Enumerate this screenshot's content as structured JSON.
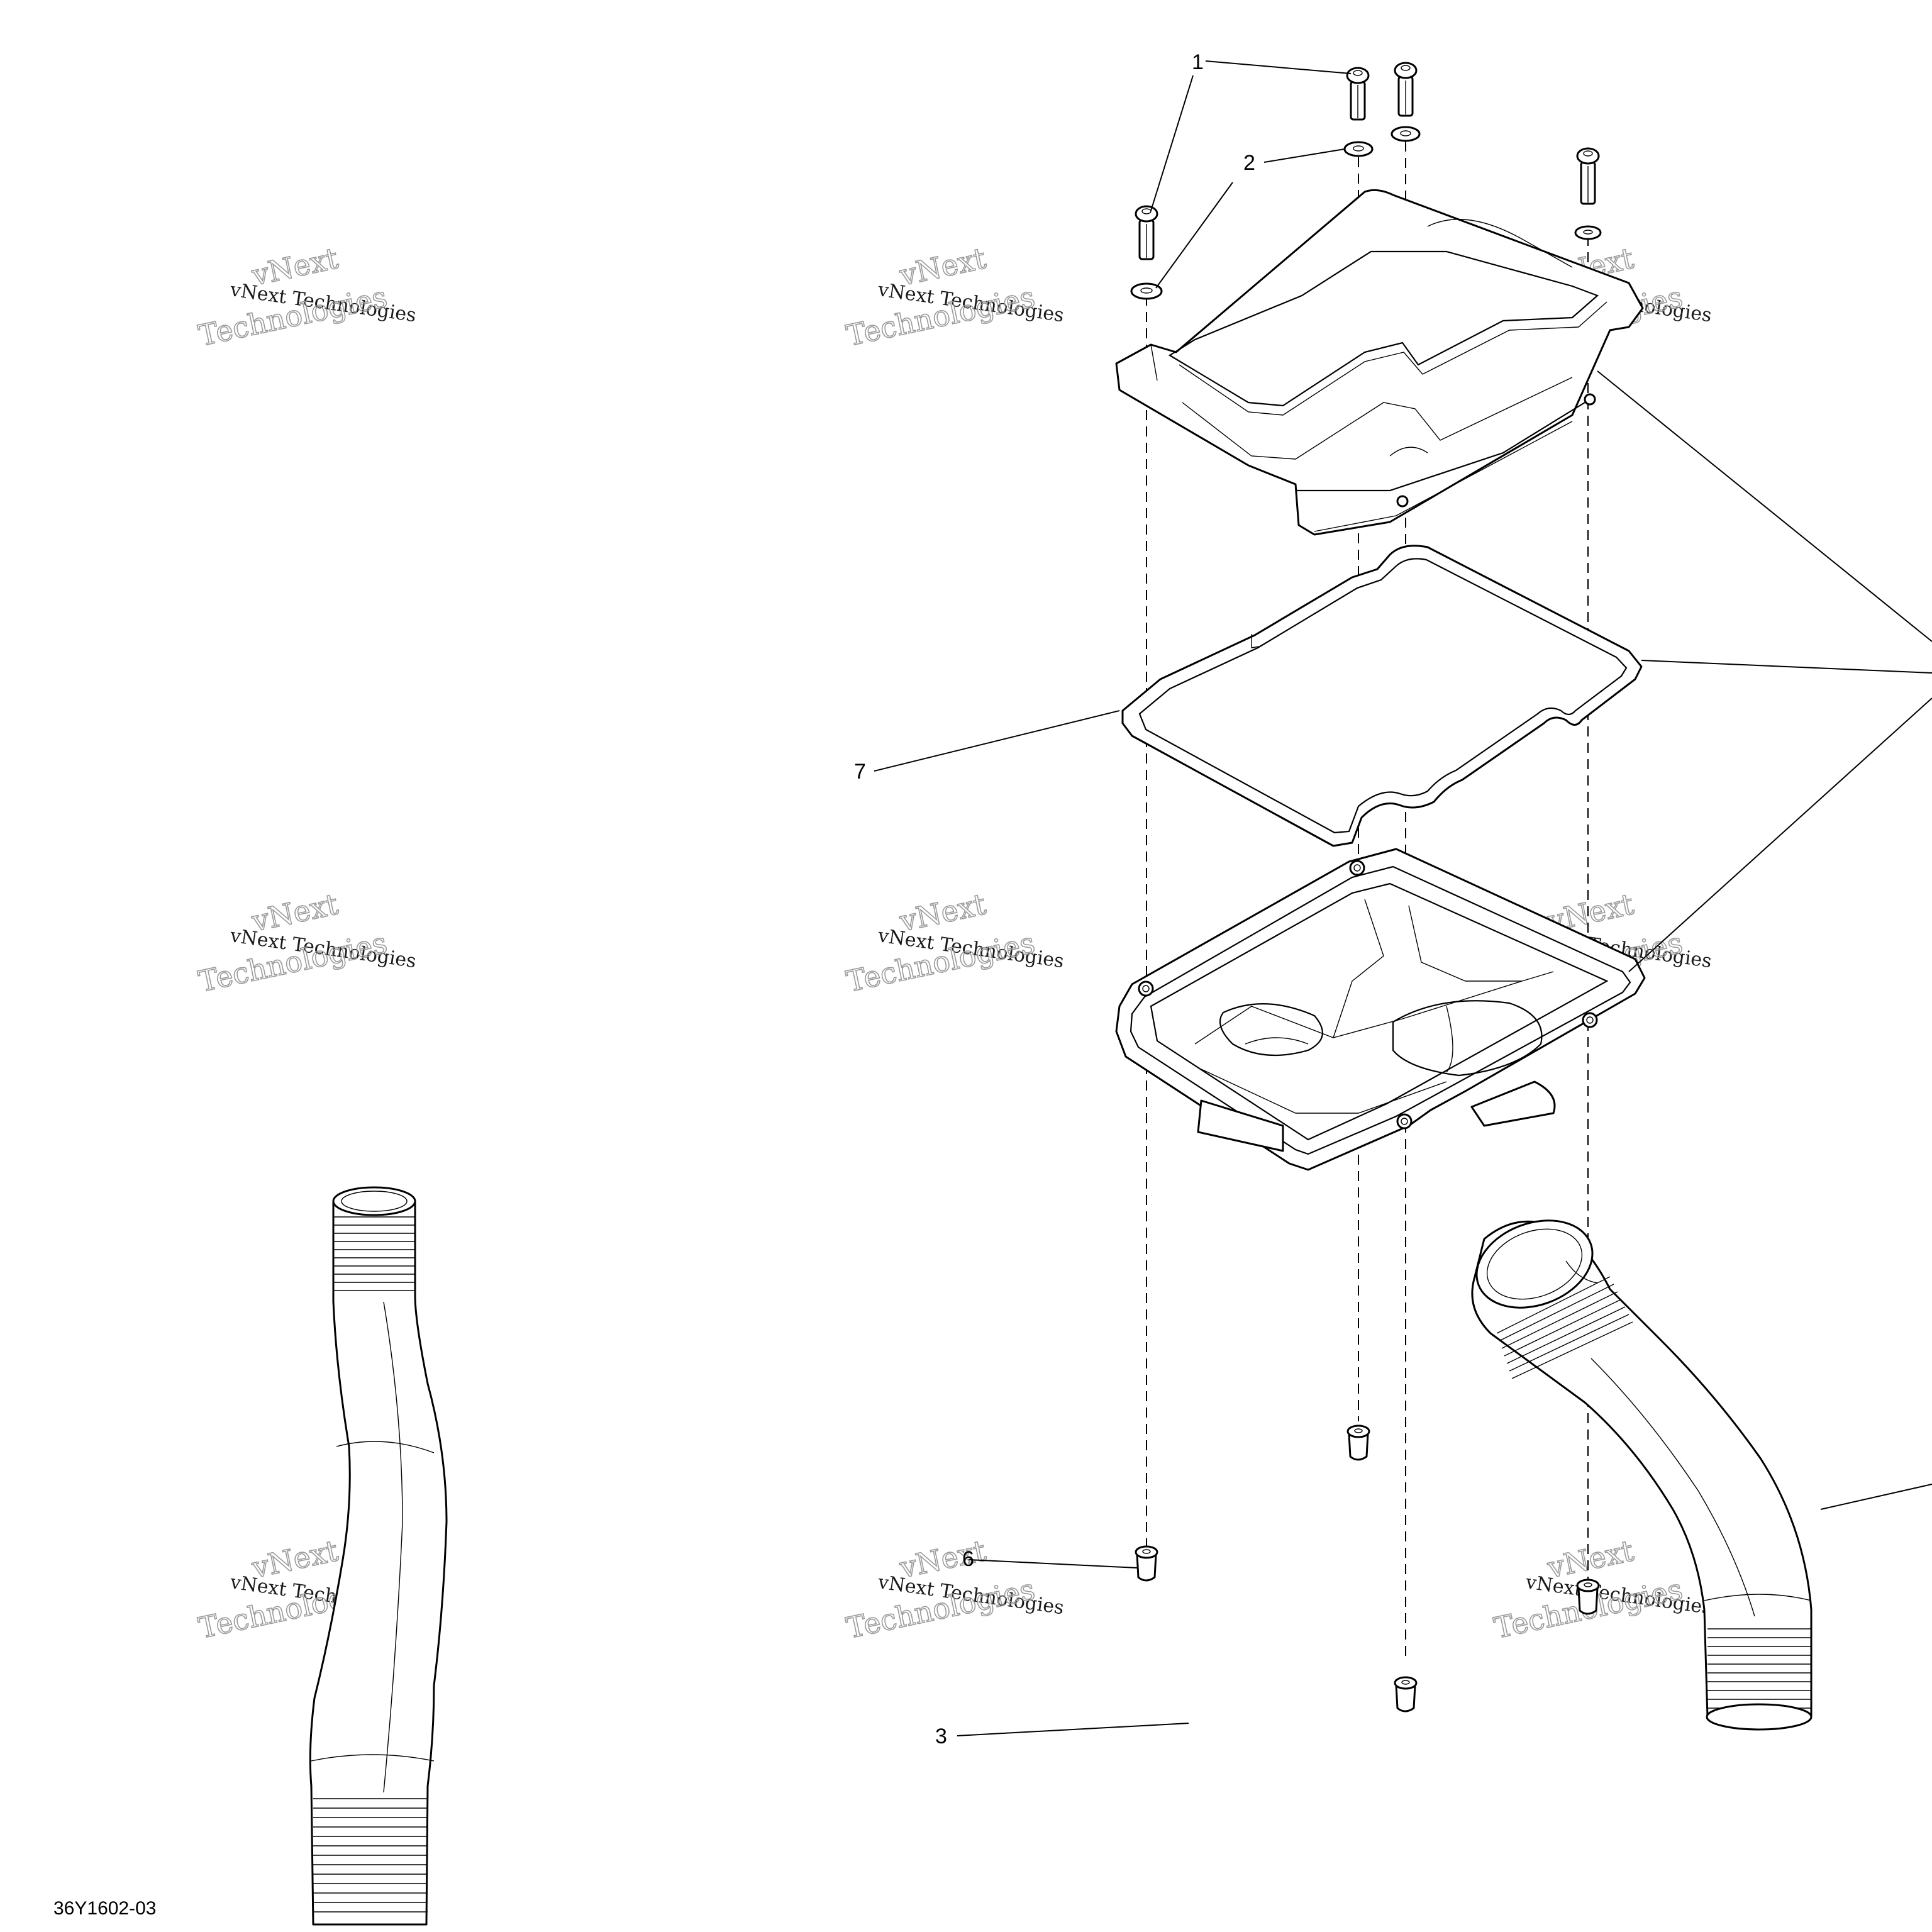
{
  "diagram": {
    "drawing_code": "36Y1602-03",
    "callouts": [
      "1",
      "2",
      "7",
      "6",
      "3"
    ],
    "watermark": {
      "line1": "vNext Technologies",
      "line2": "vNext",
      "line3": "Technologies"
    }
  }
}
